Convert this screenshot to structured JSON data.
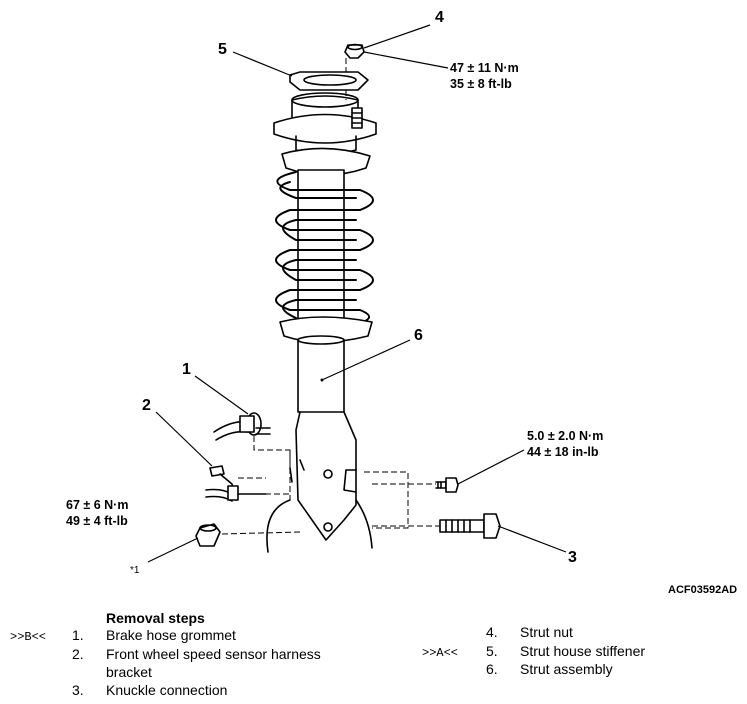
{
  "figure": {
    "callouts": [
      "1",
      "2",
      "3",
      "4",
      "5",
      "6"
    ],
    "torques": {
      "strut_nut": {
        "metric": "47 ± 11 N·m",
        "imperial": "35 ± 8 ft-lb"
      },
      "bracket_bolt": {
        "metric": "5.0 ± 2.0 N·m",
        "imperial": "44 ± 18 in-lb"
      },
      "knuckle_nut": {
        "metric": "67 ± 6 N·m",
        "imperial": "49 ± 4 ft-lb"
      }
    },
    "footnote_mark": "*1",
    "figure_id": "ACF03592AD"
  },
  "removal": {
    "title": "Removal steps",
    "left_steps": [
      {
        "marker": ">>B<<",
        "num": "1.",
        "text": "Brake hose grommet"
      },
      {
        "marker": "",
        "num": "2.",
        "text": "Front wheel speed sensor harness"
      },
      {
        "marker": "",
        "num": "",
        "text": "bracket"
      },
      {
        "marker": "",
        "num": "3.",
        "text": "Knuckle connection"
      }
    ],
    "right_steps": [
      {
        "marker": "",
        "num": "4.",
        "text": "Strut nut"
      },
      {
        "marker": ">>A<<",
        "num": "5.",
        "text": "Strut house stiffener"
      },
      {
        "marker": "",
        "num": "6.",
        "text": "Strut assembly"
      }
    ]
  }
}
